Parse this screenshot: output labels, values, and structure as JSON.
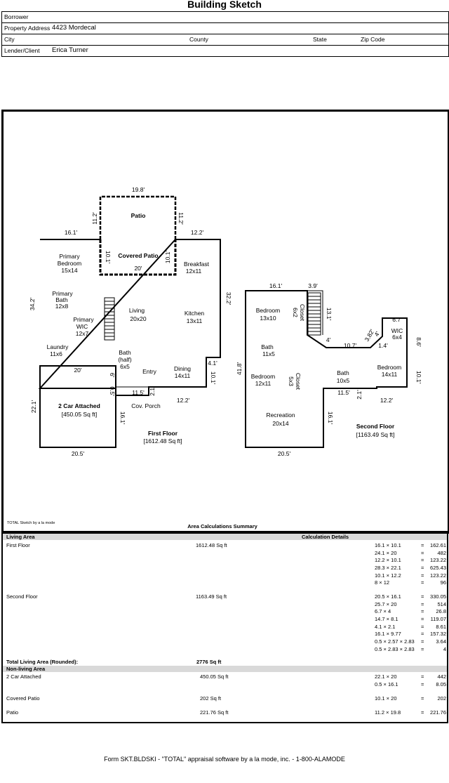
{
  "title": "Building Sketch",
  "header": {
    "borrower_label": "Borrower",
    "property_address_label": "Property Address",
    "property_address": "4423 Mordecal",
    "city_label": "City",
    "county_label": "County",
    "state_label": "State",
    "zip_label": "Zip Code",
    "lender_label": "Lender/Client",
    "lender": "Erica Turner"
  },
  "sketch": {
    "rooms": {
      "patio": "Patio",
      "covered_patio": "Covered Patio",
      "primary_bedroom": [
        "Primary",
        "Bedroom",
        "15x14"
      ],
      "breakfast": [
        "Breakfast",
        "12x11"
      ],
      "primary_bath": [
        "Primary",
        "Bath",
        "12x8"
      ],
      "living": [
        "Living",
        "20x20"
      ],
      "kitchen": [
        "Kitchen",
        "13x11"
      ],
      "primary_wic": [
        "Primary",
        "WIC",
        "12x7"
      ],
      "laundry": [
        "Laundry",
        "11x6"
      ],
      "bath_half": [
        "Bath",
        "(half)",
        "6x5"
      ],
      "entry": "Entry",
      "dining": [
        "Dining",
        "14x11"
      ],
      "garage": "2 Car Attached",
      "garage_area": "[450.05 Sq ft]",
      "cov_porch": "Cov. Porch",
      "first_floor": "First Floor",
      "first_floor_area": "[1612.48 Sq ft]",
      "bedroom1": [
        "Bedroom",
        "13x10"
      ],
      "closet1": [
        "Closet",
        "6x2"
      ],
      "bath2": [
        "Bath",
        "11x5"
      ],
      "wic2": [
        "WIC",
        "6x4"
      ],
      "bedroom3": [
        "Bedroom",
        "14x11"
      ],
      "bedroom2": [
        "Bedroom",
        "12x11"
      ],
      "closet2": [
        "Closet",
        "5x3"
      ],
      "bath3": [
        "Bath",
        "10x5"
      ],
      "recreation": [
        "Recreation",
        "20x14"
      ],
      "second_floor": "Second Floor",
      "second_floor_area": "[1163.49 Sq ft]"
    },
    "dims": {
      "patio_top": "19.8'",
      "patio_left": "11.2'",
      "patio_right": "11.2'",
      "ff_top_left": "16.1'",
      "ff_top_right": "12.2'",
      "cp_left": "10.1'",
      "cp_right": "10.1'",
      "cp_bottom": "20'",
      "ff_left": "34.2'",
      "ff_right": "32.2'",
      "ff_notch_top": "4.1'",
      "ff_notch_side": "10.1'",
      "ff_bottom_right": "12.2'",
      "garage_top": "20'",
      "garage_left": "22.1'",
      "garage_bottom": "20.5'",
      "garage_right": "16.1'",
      "porch_six": "6'",
      "porch_05": "0.5'",
      "porch_115": "11.5'",
      "porch_21": "2.1'",
      "sf_top": "16.1'",
      "sf_39": "3.9'",
      "sf_131": "13.1'",
      "sf_4a": "4'",
      "sf_107": "10.7'",
      "sf_382": "3.82'",
      "sf_4b": "4'",
      "sf_14": "1.4'",
      "sf_67": "6.7'",
      "sf_86": "8.6'",
      "sf_101": "10.1'",
      "sf_122": "12.2'",
      "sf_21": "2.1'",
      "sf_115": "11.5'",
      "sf_161": "16.1'",
      "sf_418": "41.8'",
      "sf_bottom": "20.5'"
    }
  },
  "total_note": "TOTAL Sketch by a la mode",
  "summary_title": "Area Calculations Summary",
  "calc": {
    "living_area_label": "Living Area",
    "calc_details_label": "Calculation Details",
    "first_floor_label": "First Floor",
    "first_floor_value": "1612.48 Sq ft",
    "first_floor_rows": [
      [
        "16.1 × 10.1",
        "=",
        "162.61"
      ],
      [
        "24.1 × 20",
        "=",
        "482"
      ],
      [
        "12.2 × 10.1",
        "=",
        "123.22"
      ],
      [
        "28.3 × 22.1",
        "=",
        "625.43"
      ],
      [
        "10.1 × 12.2",
        "=",
        "123.22"
      ],
      [
        "8 × 12",
        "=",
        "96"
      ]
    ],
    "second_floor_label": "Second Floor",
    "second_floor_value": "1163.49 Sq ft",
    "second_floor_rows": [
      [
        "20.5 × 16.1",
        "=",
        "330.05"
      ],
      [
        "25.7 × 20",
        "=",
        "514"
      ],
      [
        "6.7 × 4",
        "=",
        "26.8"
      ],
      [
        "14.7 × 8.1",
        "=",
        "119.07"
      ],
      [
        "4.1 × 2.1",
        "=",
        "8.61"
      ],
      [
        "16.1 × 9.77",
        "=",
        "157.32"
      ],
      [
        "0.5 × 2.57 × 2.83",
        "=",
        "3.64"
      ],
      [
        "0.5 × 2.83 × 2.83",
        "=",
        "4"
      ]
    ],
    "total_living_label": "Total Living Area (Rounded):",
    "total_living_value": "2776 Sq ft",
    "non_living_label": "Non-living Area",
    "garage_label": "2 Car Attached",
    "garage_value": "450.05 Sq ft",
    "garage_rows": [
      [
        "22.1 × 20",
        "=",
        "442"
      ],
      [
        "0.5 × 16.1",
        "=",
        "8.05"
      ]
    ],
    "covered_patio_label": "Covered Patio",
    "covered_patio_value": "202 Sq ft",
    "covered_patio_rows": [
      [
        "10.1 × 20",
        "=",
        "202"
      ]
    ],
    "patio_label": "Patio",
    "patio_value": "221.76 Sq ft",
    "patio_rows": [
      [
        "11.2 × 19.8",
        "=",
        "221.76"
      ]
    ]
  },
  "footer": "Form SKT.BLDSKI - \"TOTAL\" appraisal software by a la mode, inc. - 1-800-ALAMODE"
}
